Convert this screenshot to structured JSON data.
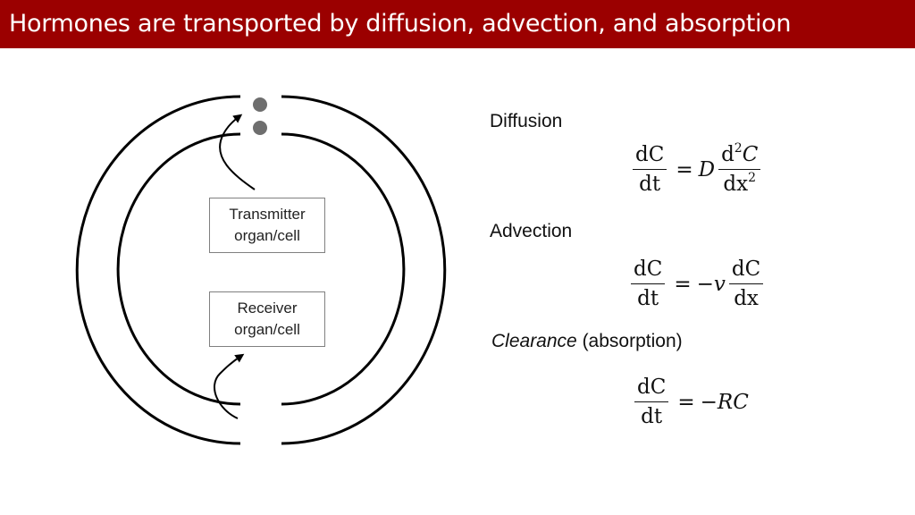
{
  "slide": {
    "title": "Hormones are transported by diffusion, advection, and absorption",
    "accent_color": "#9b0000"
  },
  "diagram": {
    "transmitter": [
      "Transmitter",
      "organ/cell"
    ],
    "receiver": [
      "Receiver",
      "organ/cell"
    ]
  },
  "equations": {
    "diffusion": {
      "heading": "Diffusion",
      "lhs_num": "dC",
      "lhs_den": "dt",
      "eq": "=",
      "coef": "D",
      "rhs_num_d": "d",
      "rhs_num_exp": "2",
      "rhs_num_var": "C",
      "rhs_den_d": "dx",
      "rhs_den_exp": "2"
    },
    "advection": {
      "heading": "Advection",
      "lhs_num": "dC",
      "lhs_den": "dt",
      "eq": "=",
      "coef": "−v",
      "rhs_num": "dC",
      "rhs_den": "dx"
    },
    "clearance": {
      "heading_italic": "Clearance",
      "heading_rest": " (absorption)",
      "lhs_num": "dC",
      "lhs_den": "dt",
      "eq": "=",
      "rhs": "−RC"
    }
  }
}
